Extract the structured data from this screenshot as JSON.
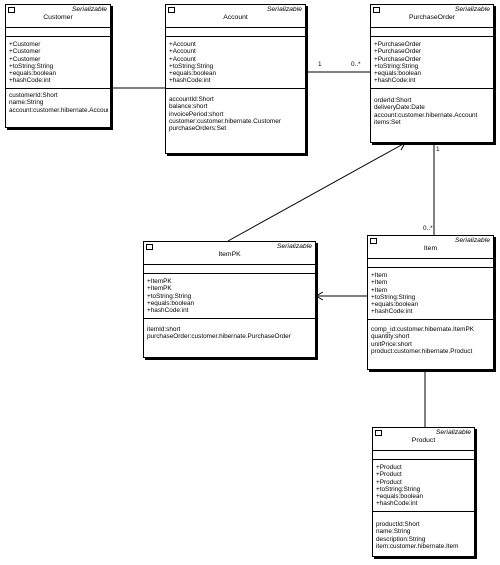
{
  "classes": [
    {
      "stereotype": "Serializable",
      "name": "Customer",
      "operations": [
        "+Customer",
        "+Customer",
        "+Customer",
        "+toString:String",
        "+equals:boolean",
        "+hashCode:int"
      ],
      "attributes": [
        "customerId:Short",
        "name:String",
        "account:customer.hibernate.Account"
      ]
    },
    {
      "stereotype": "Serializable",
      "name": "Account",
      "operations": [
        "+Account",
        "+Account",
        "+Account",
        "+toString:String",
        "+equals:boolean",
        "+hashCode:int"
      ],
      "attributes": [
        "accountId:Short",
        "balance:short",
        "invoicePeriod:short",
        "customer:customer.hibernate.Customer",
        "purchaseOrders:Set"
      ]
    },
    {
      "stereotype": "Serializable",
      "name": "PurchaseOrder",
      "operations": [
        "+PurchaseOrder",
        "+PurchaseOrder",
        "+PurchaseOrder",
        "+toString:String",
        "+equals:boolean",
        "+hashCode:int"
      ],
      "attributes": [
        "orderId:Short",
        "deliveryDate:Date",
        "account:customer.hibernate.Account",
        "items:Set"
      ]
    },
    {
      "stereotype": "Serializable",
      "name": "ItemPK",
      "operations": [
        "+ItemPK",
        "+ItemPK",
        "+toString:String",
        "+equals:boolean",
        "+hashCode:int"
      ],
      "attributes": [
        "itemId:short",
        "purchaseOrder:customer.hibernate.PurchaseOrder"
      ]
    },
    {
      "stereotype": "Serializable",
      "name": "Item",
      "operations": [
        "+Item",
        "+Item",
        "+Item",
        "+toString:String",
        "+equals:boolean",
        "+hashCode:int"
      ],
      "attributes": [
        "comp_id:customer.hibernate.ItemPK",
        "quantity:short",
        "unitPrice:short",
        "product:customer.hibernate.Product"
      ]
    },
    {
      "stereotype": "Serializable",
      "name": "Product",
      "operations": [
        "+Product",
        "+Product",
        "+Product",
        "+toString:String",
        "+equals:boolean",
        "+hashCode:int"
      ],
      "attributes": [
        "productId:Short",
        "name:String",
        "description:String",
        "item:customer.hibernate.Item"
      ]
    }
  ],
  "multiplicities": {
    "account_side": "1",
    "orders_side": "0..*",
    "order_one": "1",
    "items_many": "0..*"
  }
}
